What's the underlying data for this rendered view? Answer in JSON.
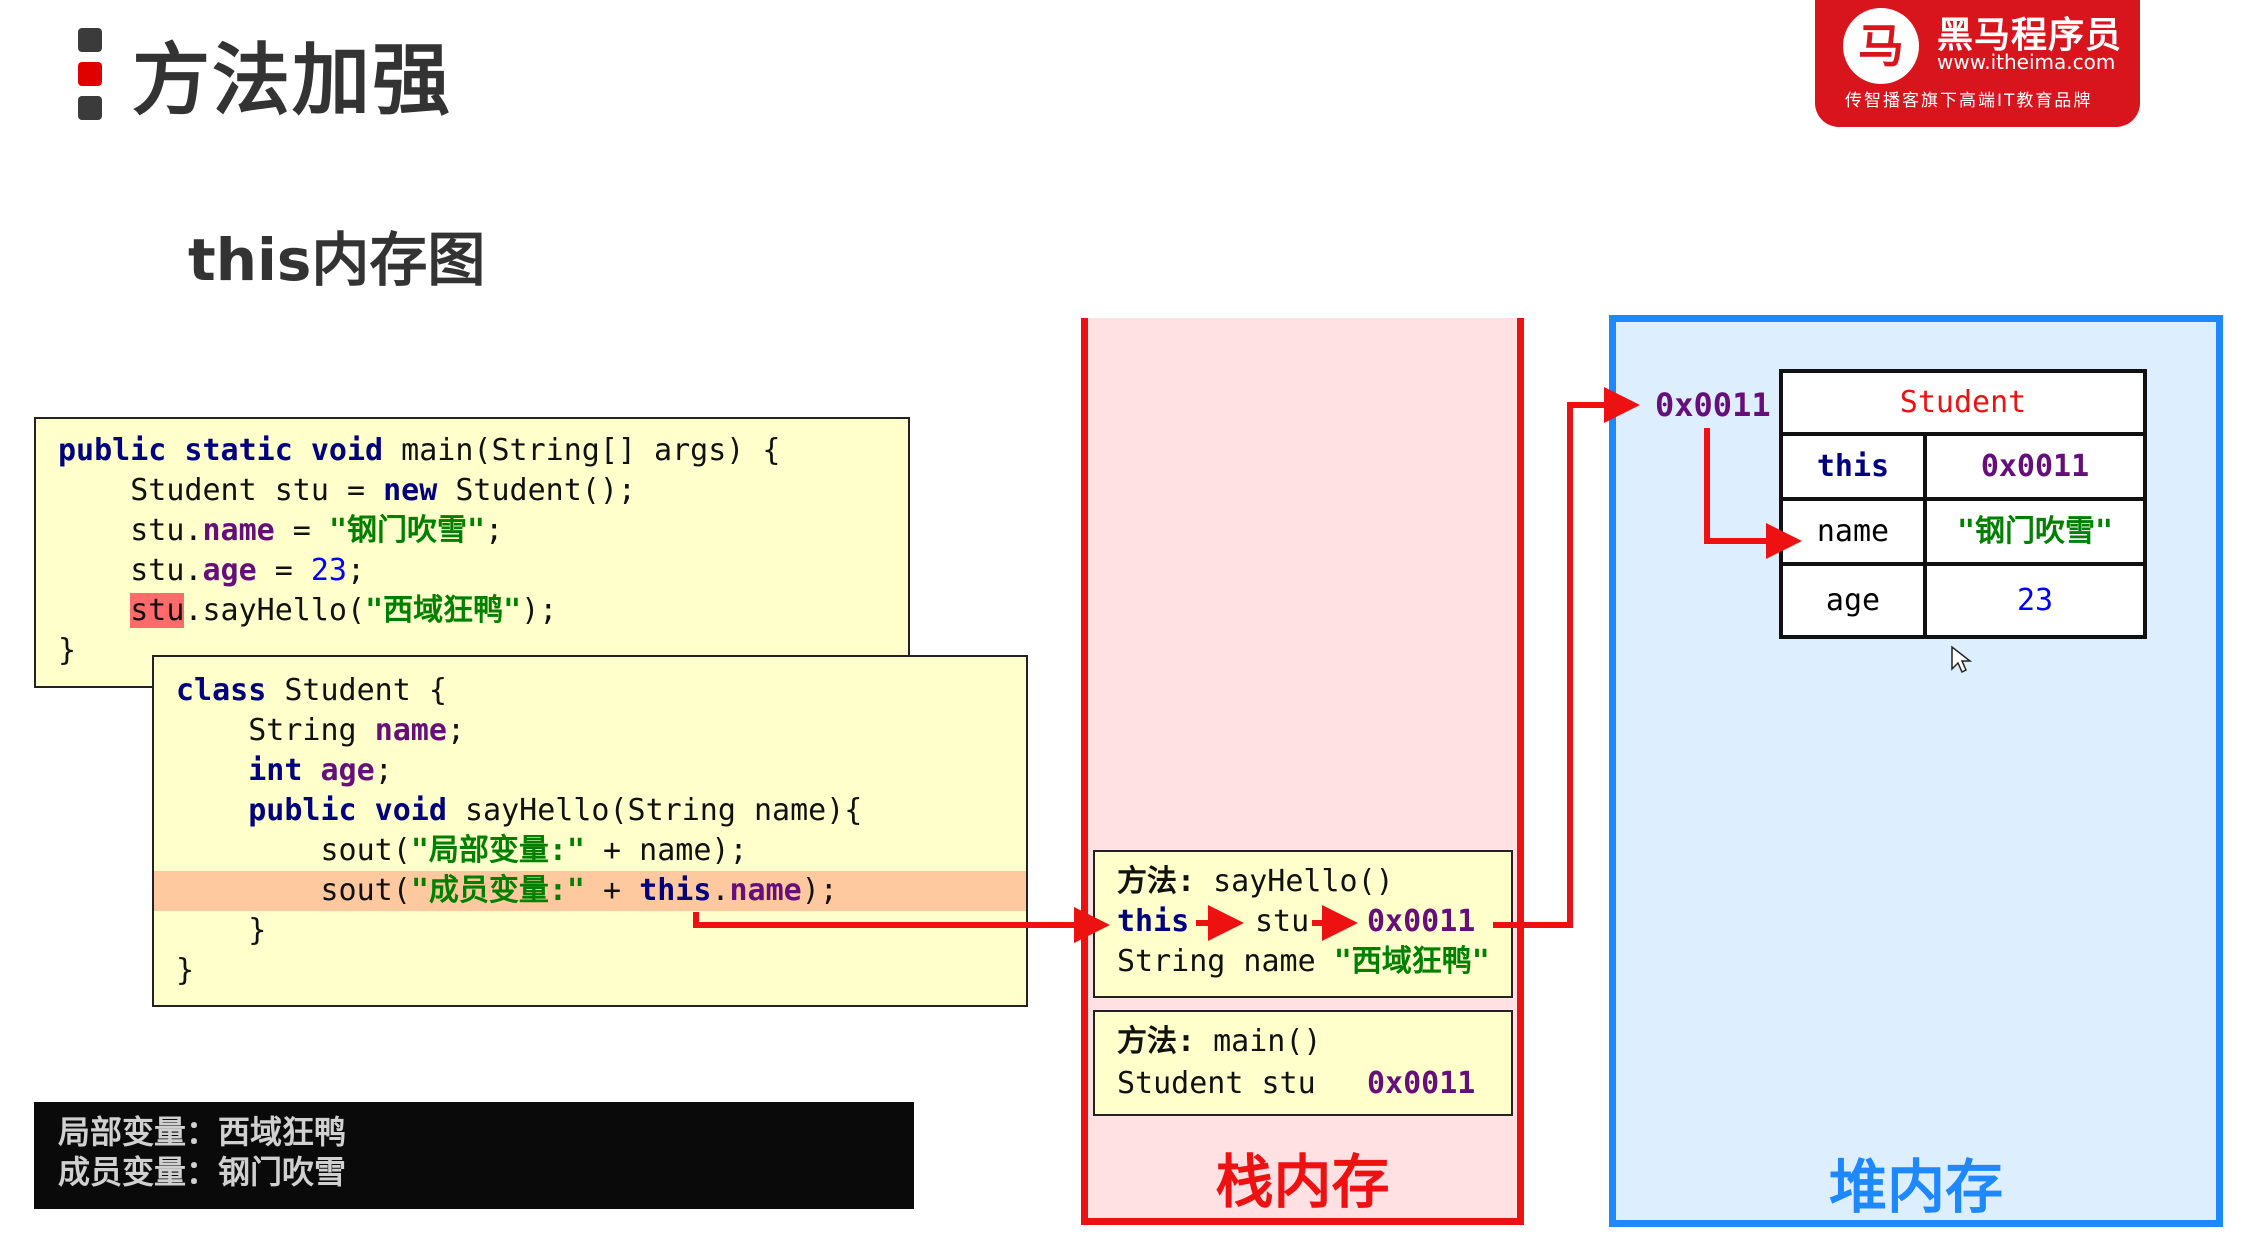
{
  "header": {
    "title": "方法加强",
    "subtitle": "this内存图"
  },
  "logo": {
    "brand": "黑马程序员",
    "url": "www.itheima.com",
    "slogan": "传智播客旗下高端IT教育品牌",
    "mark": "马"
  },
  "main_code": {
    "l1": {
      "a": "public static void",
      "b": " main(String[] args) {"
    },
    "l2": {
      "a": "    Student stu = ",
      "b": "new",
      "c": " Student();"
    },
    "l3": {
      "a": "    stu.",
      "b": "name",
      "c": " = ",
      "d": "\"钢门吹雪\"",
      "e": ";"
    },
    "l4": {
      "a": "    stu.",
      "b": "age",
      "c": " = ",
      "d": "23",
      "e": ";"
    },
    "l5": {
      "a": "    ",
      "b": "stu",
      "c": ".sayHello(",
      "d": "\"西域狂鸭\"",
      "e": ");"
    },
    "l6": "}"
  },
  "class_code": {
    "l1": {
      "a": "class",
      "b": " Student {"
    },
    "l2": {
      "a": "    String ",
      "b": "name",
      "c": ";"
    },
    "l3": {
      "a": "    ",
      "b": "int",
      "c": " ",
      "d": "age",
      "e": ";"
    },
    "l4": {
      "a": "    ",
      "b": "public void",
      "c": " sayHello(String name){"
    },
    "l5": {
      "a": "        sout(",
      "b": "\"局部变量:\"",
      "c": " + name);"
    },
    "l6": {
      "a": "        sout(",
      "b": "\"成员变量:\"",
      "c": " + ",
      "d": "this",
      "e": ".",
      "f": "name",
      "g": ");"
    },
    "l7": "    }",
    "l8": "}"
  },
  "console": {
    "line1": "局部变量：西域狂鸭",
    "line2": "成员变量：钢门吹雪"
  },
  "stack": {
    "label": "栈内存",
    "frame_sayhello": {
      "method_label": "方法:",
      "method_name": " sayHello()",
      "this_kw": "this",
      "stu": "stu",
      "addr": "0x0011",
      "name_decl": "String name ",
      "name_value": "\"西域狂鸭\""
    },
    "frame_main": {
      "method_label": "方法:",
      "method_name": " main()",
      "var_decl": "Student stu",
      "addr": "0x0011"
    }
  },
  "heap": {
    "label": "堆内存",
    "ref": "0x0011",
    "object": {
      "class_name": "Student",
      "rows": [
        {
          "key": "this",
          "value": "0x0011"
        },
        {
          "key": "name",
          "value": "\"钢门吹雪\""
        },
        {
          "key": "age",
          "value": "23"
        }
      ]
    }
  },
  "colors": {
    "keyword": "#000080",
    "field": "#660e7a",
    "string": "#008000",
    "number": "#0000ff",
    "arrow": "#ee1111",
    "stack_border": "#ee1111",
    "heap_border": "#1e88ff",
    "logo_bg": "#d8141c"
  }
}
